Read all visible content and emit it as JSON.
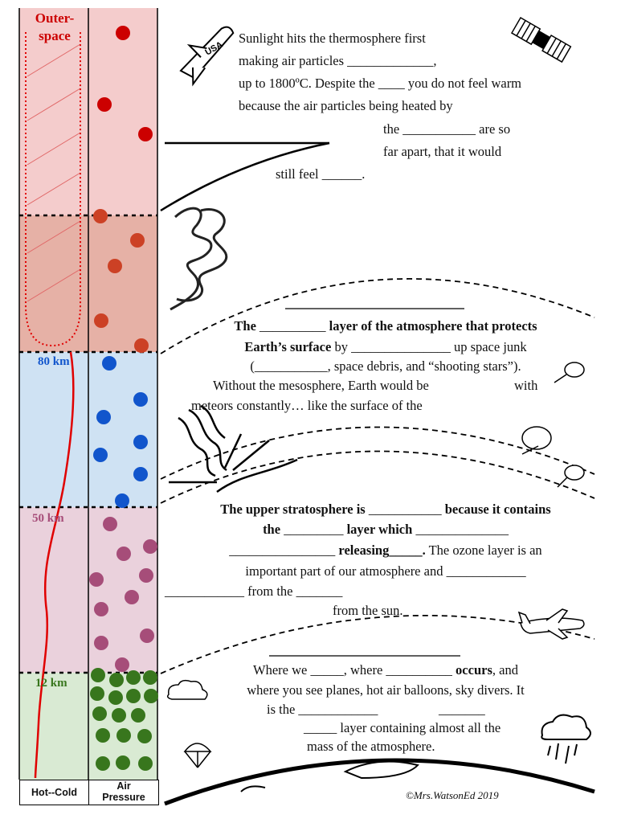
{
  "left_column": {
    "outer_space_label_line1": "Outer-",
    "outer_space_label_line2": "space",
    "altitude_labels": [
      "80 km",
      "50 km",
      "12 km"
    ],
    "footer_temperature": "Hot--Cold",
    "footer_pressure_line1": "Air",
    "footer_pressure_line2": "Pressure",
    "colors": {
      "thermosphere_upper": "#f4cccc",
      "thermosphere_lower": "#e6b1a6",
      "mesosphere": "#cfe2f3",
      "stratosphere": "#ead1dc",
      "troposphere": "#d9ead3",
      "thermo_dots": "#cc0000",
      "thermo_lower_dots": "#cc4125",
      "meso_dots": "#1155cc",
      "strato_dots": "#a64d79",
      "tropo_dots": "#38761d",
      "temperature_line": "#e00000"
    }
  },
  "thermosphere": {
    "line1": "Sunlight hits the thermosphere first",
    "line2": "making air particles _____________,",
    "line3": "up to 1800ºC. Despite the ____ you do not feel warm",
    "line4": "because the air particles being heated by",
    "line5": "the ___________ are so",
    "line6": "far apart, that it would",
    "line7": "still feel ______."
  },
  "mesosphere": {
    "line1_a": "The",
    "line1_b": " __________ ",
    "line1_c": "layer of the atmosphere that protects",
    "line2_a": "Earth’s surface",
    "line2_b": " by _______________ up space junk",
    "line3": "(___________, space debris, and “shooting stars”).",
    "line4_a": "Without the mesosphere, Earth would be",
    "line4_b": "with",
    "line5": "meteors constantly… like the surface of the"
  },
  "stratosphere": {
    "line1_a": "The upper stratosphere is",
    "line1_b": " ___________ ",
    "line1_c": "because it contains",
    "line2_a": "the",
    "line2_b": " _________ ",
    "line2_c": "layer which",
    "line2_d": " ______________",
    "line3_a": "________________ ",
    "line3_b": "releasing_____.",
    "line3_c": " The ozone layer is an",
    "line4": "important part of our atmosphere and ____________",
    "line5": "____________ from the _______",
    "line6": "from the sun."
  },
  "troposphere": {
    "line1_a": "Where we _____, where __________ ",
    "line1_b": "occurs",
    "line1_c": ", and",
    "line2": "where you see planes, hot air balloons, sky divers. It",
    "line3": "is the ____________",
    "line3_b": "_______",
    "line4": "_____ layer containing almost all the",
    "line5": "mass of the atmosphere."
  },
  "credit": "©Mrs.WatsonEd 2019",
  "icons": [
    "space-shuttle-icon",
    "satellite-icon",
    "aurora-scribble-icon",
    "meteor-icon",
    "plane-icon",
    "cloud-icon",
    "parachute-icon",
    "storm-cloud-icon",
    "earth-surface-icon"
  ]
}
